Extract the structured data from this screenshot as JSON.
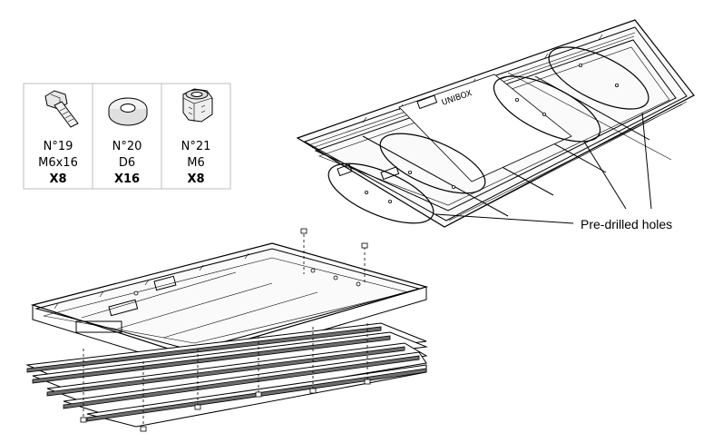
{
  "parts": [
    {
      "number": "N°19",
      "size": "M6x16",
      "qty": "X8",
      "icon": "bolt-icon"
    },
    {
      "number": "N°20",
      "size": "D6",
      "qty": "X16",
      "icon": "washer-icon"
    },
    {
      "number": "N°21",
      "size": "M6",
      "qty": "X8",
      "icon": "nut-icon"
    }
  ],
  "callout": {
    "label": "Pre-drilled holes"
  },
  "colors": {
    "line": "#000000",
    "plank_shade": "#6e6e6e",
    "background": "#ffffff"
  }
}
